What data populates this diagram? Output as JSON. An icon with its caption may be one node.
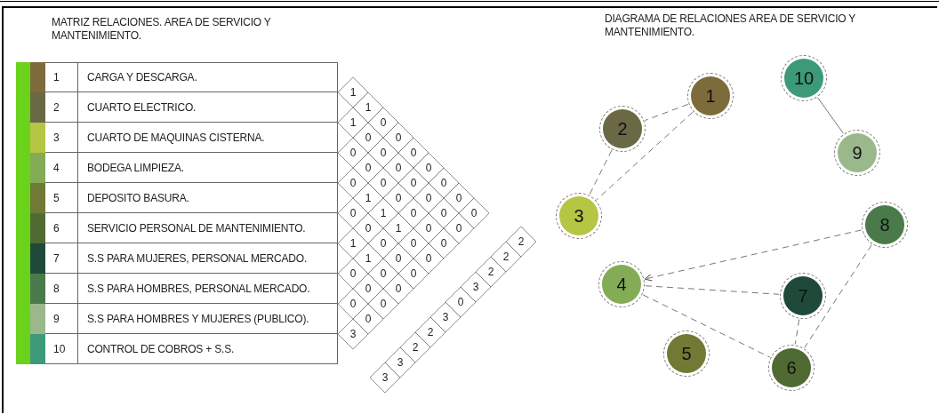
{
  "diagram": {
    "nodes": [
      {
        "text": [
          "10"
        ]
      },
      {
        "text": [
          "1"
        ]
      },
      {
        "text": [
          "2"
        ]
      },
      {
        "text": [
          "9"
        ]
      },
      {
        "text": [
          "3"
        ]
      },
      {
        "text": [
          "8"
        ]
      },
      {
        "text": [
          "4"
        ]
      },
      {
        "text": [
          "7"
        ]
      },
      {
        "text": [
          "5"
        ]
      },
      {
        "text": [
          "6"
        ]
      }
    ],
    "edges": [
      {
        "from": 1,
        "to": 2,
        "arrow": "none",
        "style": "dashed"
      },
      {
        "from": 1,
        "to": 4,
        "arrow": "none",
        "style": "dashed"
      },
      {
        "from": 2,
        "to": 4,
        "arrow": "none",
        "style": "dashed"
      },
      {
        "from": 0,
        "to": 3,
        "arrow": "none"
      },
      {
        "from": 5,
        "to": 6,
        "arrow": "to",
        "style": "dashed"
      },
      {
        "from": 6,
        "to": 7,
        "arrow": "none",
        "style": "dashed"
      },
      {
        "from": 6,
        "to": 9,
        "arrow": "none",
        "style": "dashed"
      },
      {
        "from": 7,
        "to": 9,
        "arrow": "none",
        "style": "dashed"
      },
      {
        "from": 5,
        "to": 9,
        "arrow": "none",
        "style": "dashed"
      }
    ],
    "labels": [
      "MATRIZ RELACIONES. AREA DE SERVICIO Y MANTENIMIENTO.",
      "DIAGRAMA DE RELACIONES AREA DE SERVICIO Y MANTENIMIENTO.",
      "1",
      "2",
      "3",
      "4",
      "5",
      "6",
      "7",
      "8",
      "9",
      "10",
      "1",
      "1",
      "1",
      "0",
      "0",
      "0",
      "0",
      "0",
      "0",
      "0",
      "0",
      "0",
      "0",
      "0",
      "0",
      "0",
      "1",
      "0",
      "0",
      "0",
      "0",
      "1",
      "0",
      "0",
      "0",
      "0",
      "1",
      "0",
      "0",
      "1",
      "0",
      "0",
      "0",
      "1",
      "0",
      "0",
      "0",
      "0",
      "0",
      "0",
      "0",
      "0",
      "0",
      "0",
      "3",
      "2",
      "2",
      "2",
      "3",
      "0",
      "3",
      "2",
      "2",
      "3",
      "3"
    ],
    "legend": [
      {
        "text": "CARGA Y DESCARGA.",
        "color": "#7d6b3c"
      },
      {
        "text": "CUARTO ELECTRICO.",
        "color": "#6b6845"
      },
      {
        "text": "CUARTO DE MAQUINAS CISTERNA.",
        "color": "#b5c544"
      },
      {
        "text": "BODEGA LIMPIEZA.",
        "color": "#84ab55"
      },
      {
        "text": "DEPOSITO BASURA.",
        "color": "#707a35"
      },
      {
        "text": "SERVICIO PERSONAL DE MANTENIMIENTO.",
        "color": "#4f6b33"
      },
      {
        "text": "S.S PARA MUJERES, PERSONAL MERCADO.",
        "color": "#1f4a3a"
      },
      {
        "text": "S.S PARA HOMBRES, PERSONAL MERCADO.",
        "color": "#4a7a4a"
      },
      {
        "text": "S.S PARA HOMBRES Y MUJERES  (PUBLICO).",
        "color": "#9ab88c"
      },
      {
        "text": "CONTROL DE COBROS + S.S.",
        "color": "#3d9a78"
      }
    ]
  }
}
